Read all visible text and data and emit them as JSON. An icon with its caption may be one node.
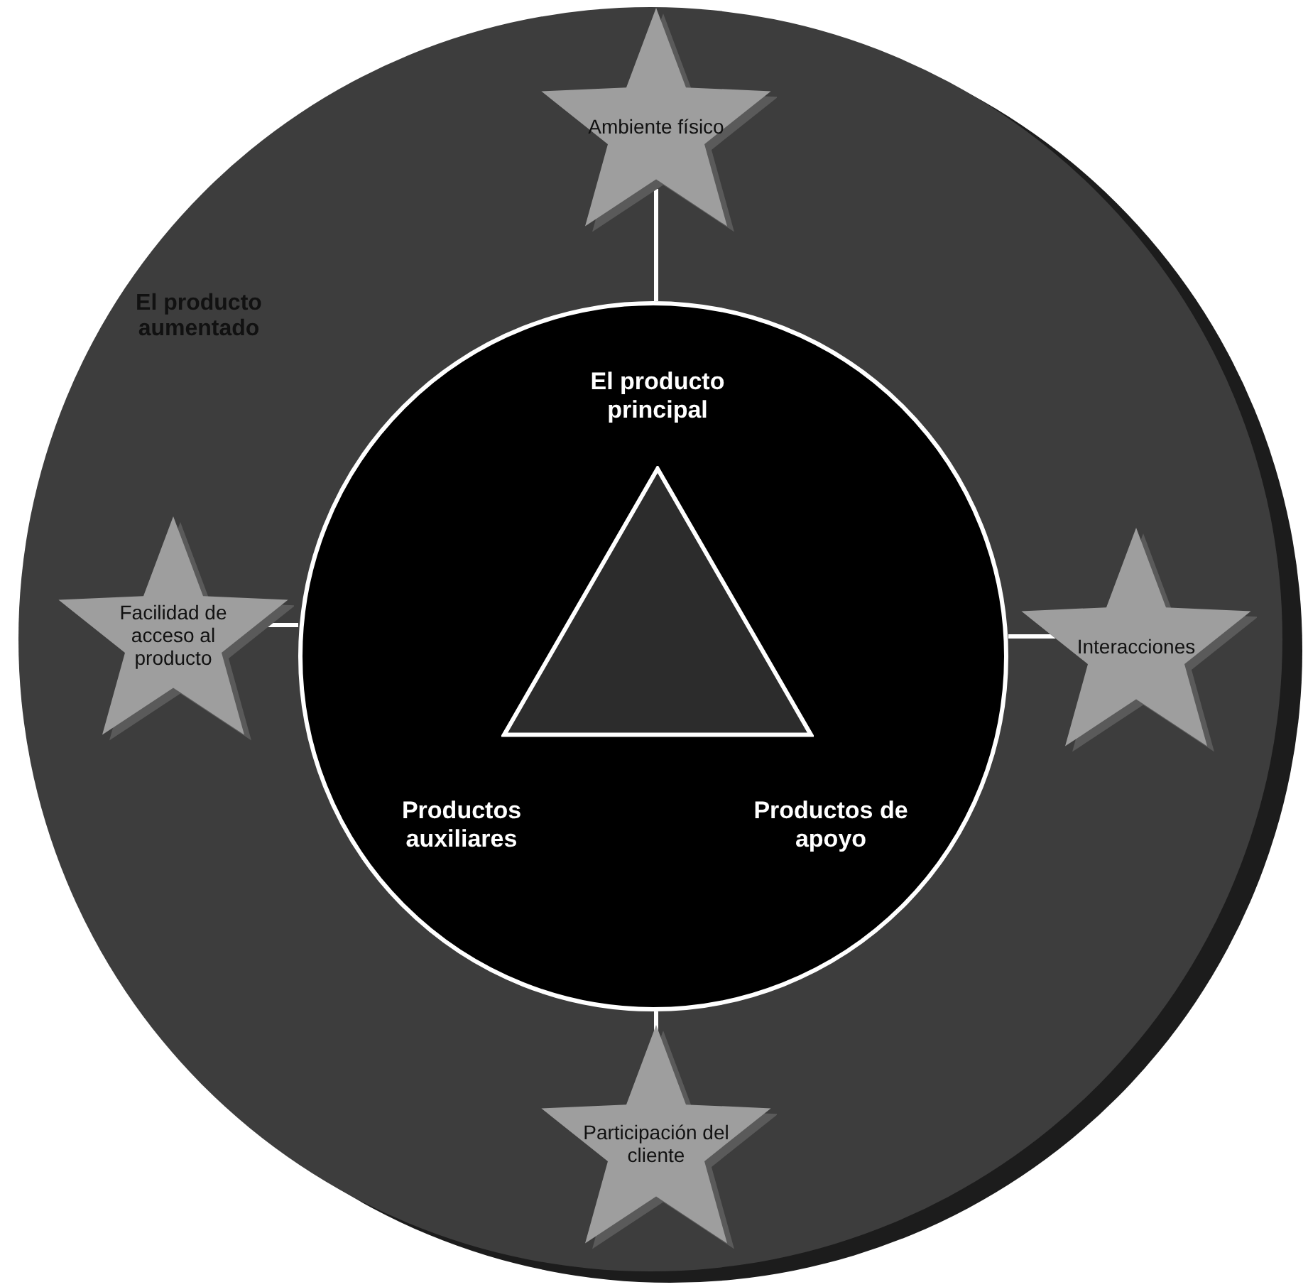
{
  "diagram": {
    "nodes": [
      {
        "text": [
          "El producto aumentado"
        ]
      },
      {
        "text": [],
        "shape": "circle",
        "in": 0
      },
      {
        "text": [],
        "shape": "triangle",
        "in": 1,
        "beside": [
          "El producto principal",
          "Productos auxiliares",
          "Productos de apoyo"
        ]
      },
      {
        "text": [
          "Ambiente físico"
        ],
        "in": 0
      },
      {
        "text": [
          "Facilidad de acceso al producto"
        ],
        "in": 0
      },
      {
        "text": [
          "Interacciones"
        ],
        "in": 0
      },
      {
        "text": [
          "Participación del cliente"
        ],
        "in": 0
      }
    ],
    "edges": [
      {
        "from": 3,
        "to": 1,
        "arrow": "none"
      },
      {
        "from": 4,
        "to": 1,
        "arrow": "none"
      },
      {
        "from": 5,
        "to": 1,
        "arrow": "none"
      },
      {
        "from": 6,
        "to": 1,
        "arrow": "none"
      }
    ]
  }
}
